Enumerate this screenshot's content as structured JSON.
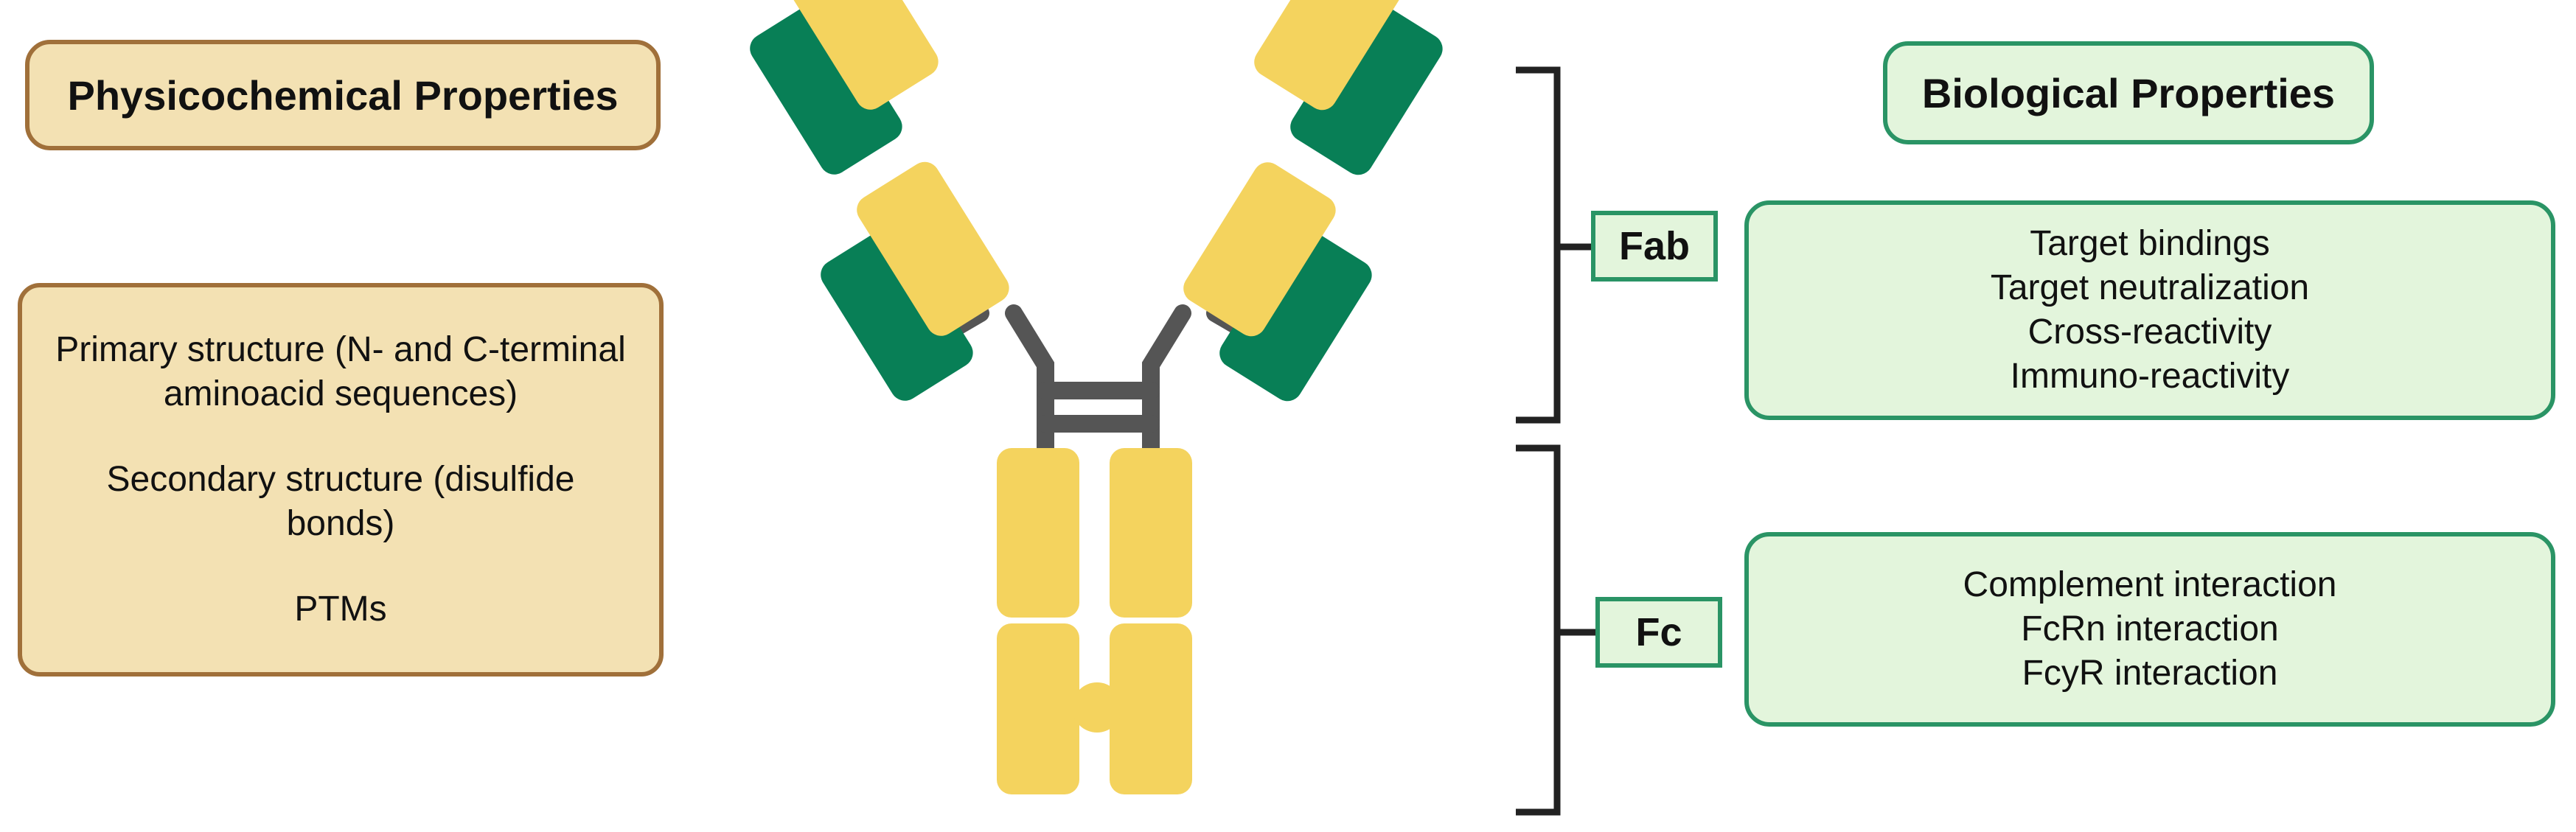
{
  "physicochemical": {
    "title": "Physicochemical Properties",
    "items": [
      "Primary structure (N- and C-terminal aminoacid sequences)",
      "Secondary structure (disulfide bonds)",
      "PTMs"
    ]
  },
  "biological": {
    "title": "Biological Properties",
    "fab": {
      "label": "Fab",
      "items": [
        "Target bindings",
        "Target neutralization",
        "Cross-reactivity",
        "Immuno-reactivity"
      ]
    },
    "fc": {
      "label": "Fc",
      "items": [
        "Complement interaction",
        "FcRn interaction",
        "FcyR interaction"
      ]
    }
  },
  "colors": {
    "heavy_chain": "#f4d35e",
    "light_chain": "#087f56",
    "linker": "#555555",
    "bracket": "#222222"
  }
}
